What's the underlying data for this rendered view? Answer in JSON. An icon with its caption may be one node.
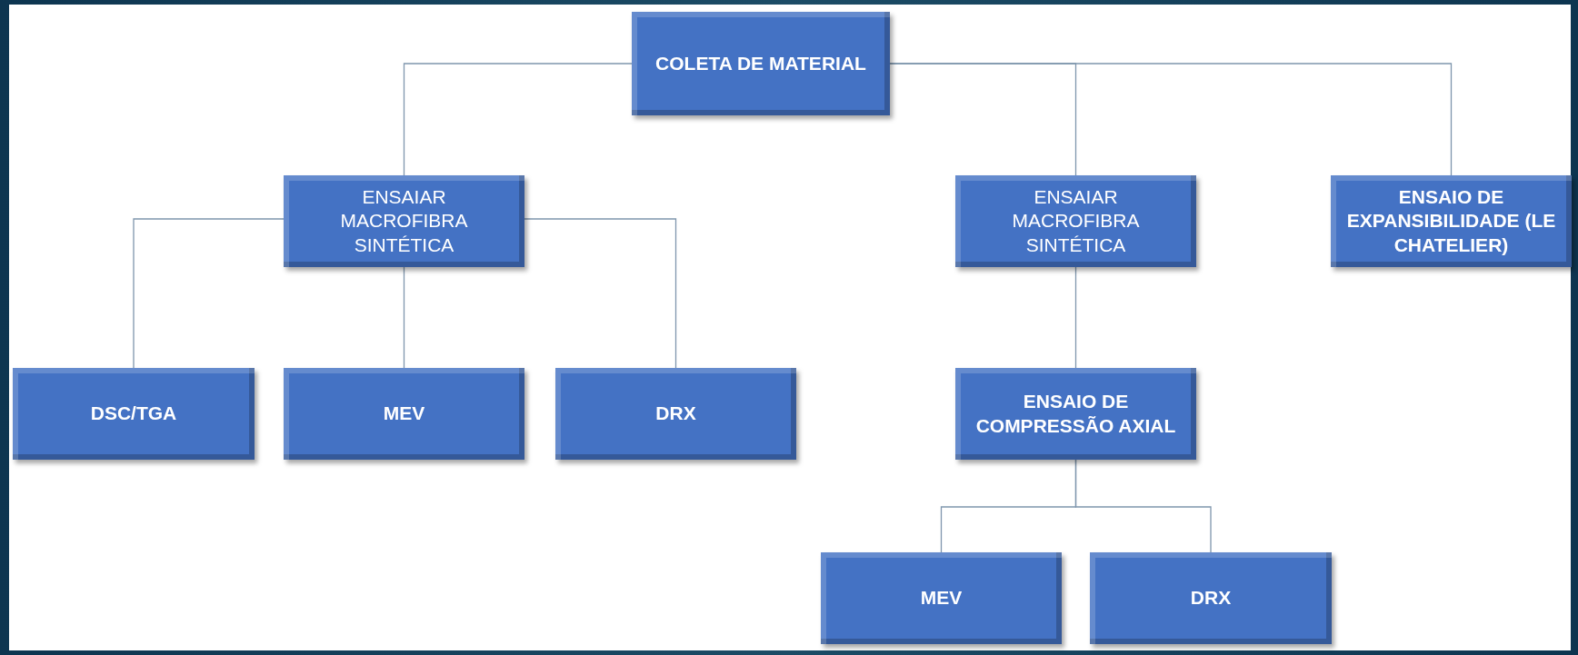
{
  "diagram": {
    "nodes": [
      {
        "text": [
          "COLETA DE MATERIAL"
        ]
      },
      {
        "text": [
          "ENSAIAR MACROFIBRA SINTÉTICA"
        ]
      },
      {
        "text": [
          "ENSAIAR MACROFIBRA SINTÉTICA"
        ]
      },
      {
        "text": [
          "ENSAIO DE EXPANSIBILIDADE (LE CHATELIER)"
        ]
      },
      {
        "text": [
          "DSC/TGA"
        ]
      },
      {
        "text": [
          "MEV"
        ]
      },
      {
        "text": [
          "DRX"
        ]
      },
      {
        "text": [
          "ENSAIO DE COMPRESSÃO AXIAL"
        ]
      },
      {
        "text": [
          "MEV"
        ]
      },
      {
        "text": [
          "DRX"
        ]
      }
    ],
    "edges": [
      {
        "from": 0,
        "to": 1,
        "arrow": "none"
      },
      {
        "from": 0,
        "to": 2,
        "arrow": "none"
      },
      {
        "from": 0,
        "to": 3,
        "arrow": "none"
      },
      {
        "from": 1,
        "to": 4,
        "arrow": "none"
      },
      {
        "from": 1,
        "to": 5,
        "arrow": "none"
      },
      {
        "from": 1,
        "to": 6,
        "arrow": "none"
      },
      {
        "from": 2,
        "to": 7,
        "arrow": "none"
      },
      {
        "from": 7,
        "to": 8,
        "arrow": "none"
      },
      {
        "from": 7,
        "to": 9,
        "arrow": "none"
      }
    ]
  }
}
